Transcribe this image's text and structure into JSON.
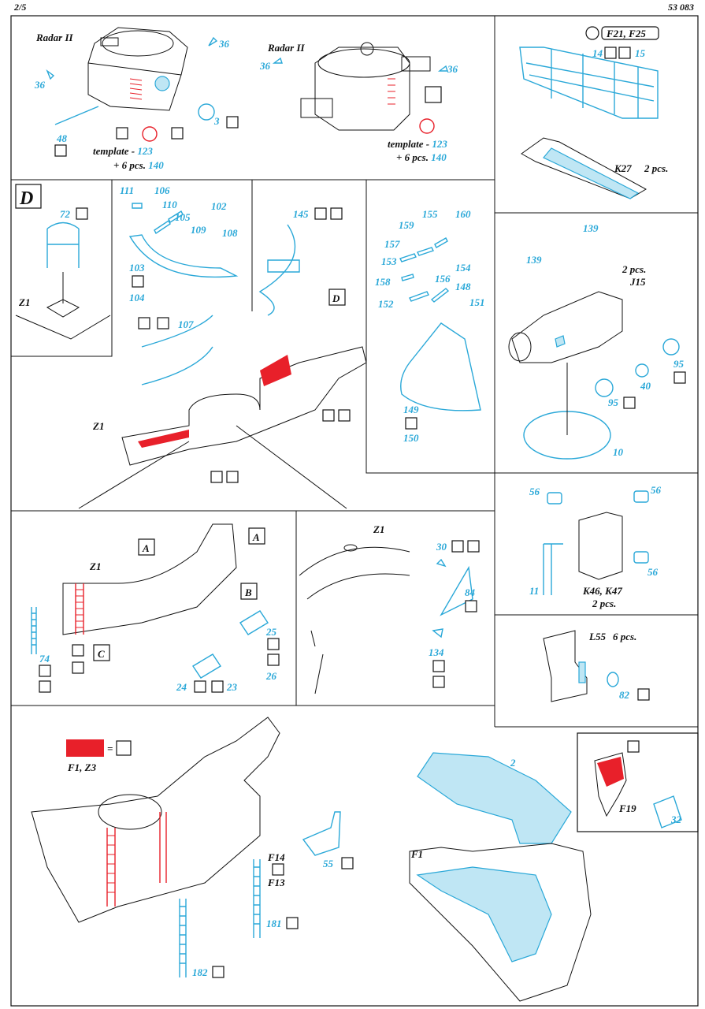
{
  "header": {
    "page": "2/5",
    "code": "53 083"
  },
  "panels": {
    "radar_left": {
      "title": "Radar II",
      "parts": [
        "36",
        "36",
        "48",
        "3"
      ],
      "template_prefix": "template - ",
      "template_num": "123",
      "pcs_prefix": "+ 6 pcs. ",
      "pcs_num": "140"
    },
    "radar_right": {
      "title": "Radar II",
      "parts": [
        "36",
        "36"
      ],
      "template_prefix": "template - ",
      "template_num": "123",
      "pcs_prefix": "+ 6 pcs. ",
      "pcs_num": "140"
    },
    "top_right": {
      "resin_label": "F21, F25",
      "parts": [
        "14",
        "15"
      ],
      "label": "K27",
      "pcs": "2 pcs."
    },
    "d_inset": {
      "letter": "D",
      "part": "72",
      "label": "Z1"
    },
    "middle": {
      "parts": [
        "111",
        "106",
        "110",
        "105",
        "109",
        "102",
        "108",
        "103",
        "104",
        "145",
        "107"
      ],
      "label": "Z1",
      "letter": "D"
    },
    "stairs": {
      "parts": [
        "155",
        "160",
        "159",
        "157",
        "153",
        "154",
        "158",
        "156",
        "148",
        "152",
        "151",
        "149",
        "150"
      ]
    },
    "j15": {
      "parts": [
        "139",
        "139",
        "95",
        "40",
        "95",
        "10"
      ],
      "pcs": "2 pcs.",
      "label": "J15"
    },
    "k46": {
      "parts": [
        "56",
        "56",
        "56",
        "11"
      ],
      "label": "K46, K47",
      "pcs": "2 pcs."
    },
    "l55": {
      "label": "L55",
      "pcs": "6 pcs.",
      "part": "82"
    },
    "ladder_z1": {
      "label": "Z1",
      "letters": [
        "A",
        "A",
        "B",
        "C"
      ],
      "parts": [
        "74",
        "25",
        "26",
        "24",
        "23"
      ]
    },
    "z1_right": {
      "label": "Z1",
      "parts": [
        "30",
        "84",
        "134"
      ]
    },
    "bottom_left": {
      "legend": "F1, Z3",
      "parts": [
        "F14",
        "F13",
        "55",
        "181",
        "182"
      ]
    },
    "bottom_right": {
      "parts": [
        "2"
      ],
      "label": "F1"
    },
    "f19": {
      "label": "F19",
      "part": "32"
    }
  },
  "colors": {
    "etch": "#2aa8d8",
    "etch_fill": "#bfe6f4",
    "paint": "#e8202a",
    "line": "#111111"
  }
}
